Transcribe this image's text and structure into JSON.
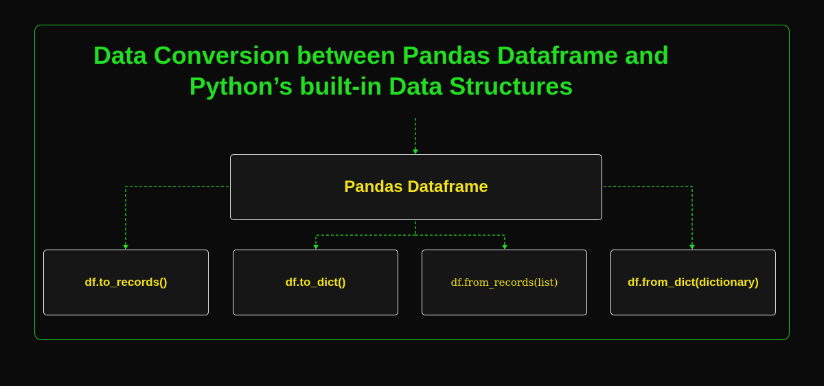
{
  "title": {
    "line1": "Data Conversion between Pandas Dataframe and",
    "line2": "Python’s built-in Data Structures"
  },
  "center_node": {
    "label": "Pandas Dataframe"
  },
  "methods": [
    {
      "label": "df.to_records()"
    },
    {
      "label": "df.to_dict()"
    },
    {
      "label": "df.from_records(list)"
    },
    {
      "label": "df.from_dict(dictionary)"
    }
  ],
  "colors": {
    "background": "#0b0b0b",
    "accent_green": "#22dd22",
    "box_text_yellow": "#f2e21c",
    "box_fill": "#161616",
    "box_border": "#e6e6e6"
  }
}
